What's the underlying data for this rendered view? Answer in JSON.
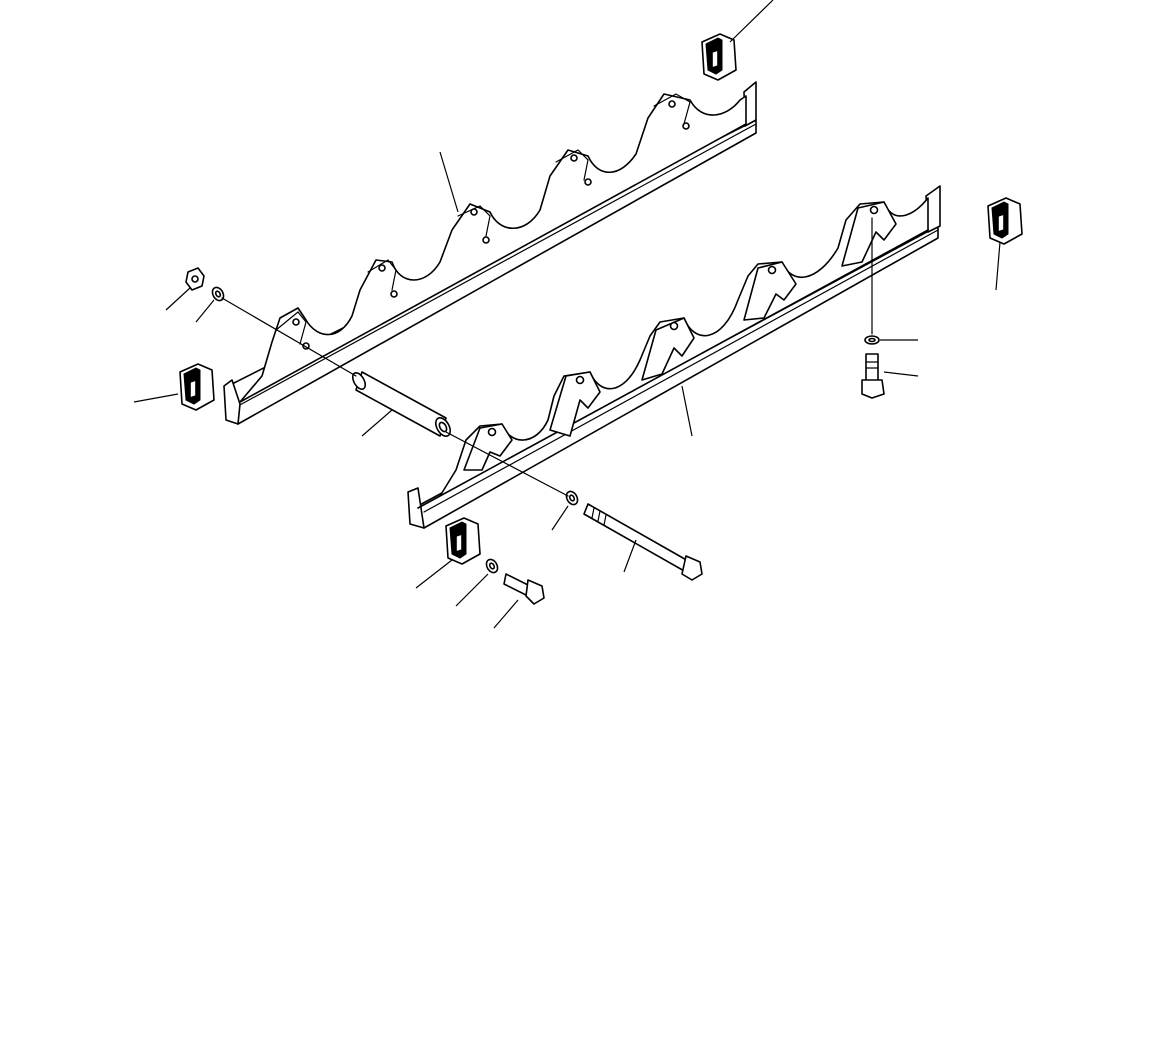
{
  "diagram": {
    "type": "exploded-parts-view",
    "parts": [
      "rear-roller-guard",
      "front-roller-guard",
      "guard-end-clip",
      "spacer-pipe",
      "long-bolt",
      "short-bolt",
      "washer",
      "nut"
    ],
    "callout_labels": []
  }
}
